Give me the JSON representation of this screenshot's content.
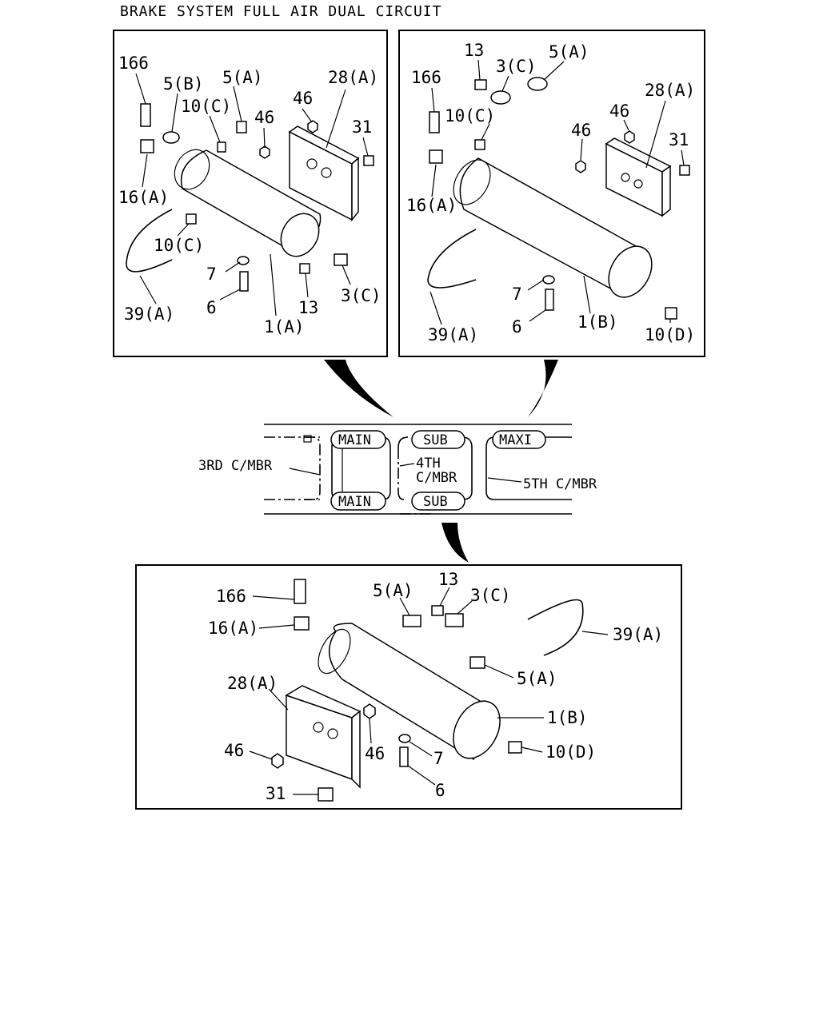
{
  "title": "BRAKE SYSTEM FULL AIR DUAL CIRCUIT",
  "panel_left": {
    "labels": [
      "166",
      "5(B)",
      "5(A)",
      "28(A)",
      "10(C)",
      "46",
      "46",
      "31",
      "16(A)",
      "10(C)",
      "7",
      "6",
      "39(A)",
      "1(A)",
      "13",
      "3(C)"
    ]
  },
  "panel_right": {
    "labels": [
      "13",
      "5(A)",
      "3(C)",
      "166",
      "28(A)",
      "10(C)",
      "46",
      "46",
      "31",
      "16(A)",
      "7",
      "6",
      "39(A)",
      "1(B)",
      "10(D)"
    ]
  },
  "frame_diagram": {
    "left_label": "3RD C/MBR",
    "center_label_1": "4TH",
    "center_label_2": "C/MBR",
    "right_label": "5TH C/MBR",
    "tag_main_top": "MAIN",
    "tag_main_bottom": "MAIN",
    "tag_sub_top": "SUB",
    "tag_sub_bottom": "SUB",
    "tag_maxi": "MAXI"
  },
  "panel_bottom": {
    "labels": [
      "166",
      "5(A)",
      "13",
      "3(C)",
      "16(A)",
      "39(A)",
      "5(A)",
      "28(A)",
      "1(B)",
      "46",
      "46",
      "7",
      "10(D)",
      "6",
      "31"
    ]
  }
}
